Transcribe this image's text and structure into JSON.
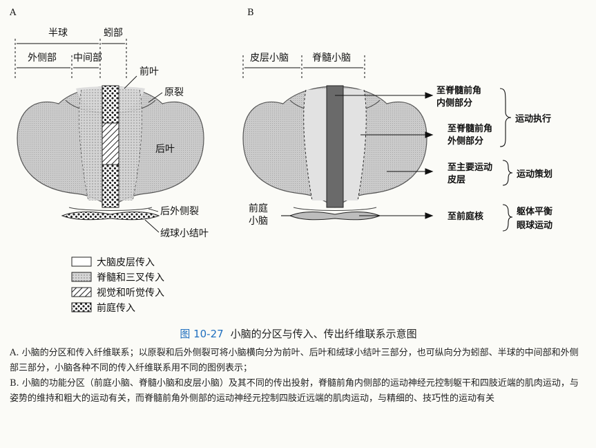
{
  "panel_a": {
    "letter": "A",
    "labels": {
      "hemisphere": "半球",
      "vermis": "蚓部",
      "lateral": "外侧部",
      "intermediate": "中间部",
      "anterior_lobe": "前叶",
      "primary_fissure": "原裂",
      "posterior_lobe": "后叶",
      "posterolateral_fissure": "后外侧裂",
      "flocculonodular_lobe": "绒球小结叶"
    }
  },
  "panel_b": {
    "letter": "B",
    "labels": {
      "cerebrocerebellum": "皮层小脑",
      "spinocerebellum": "脊髓小脑",
      "vestibulocerebellum_1": "前庭",
      "vestibulocerebellum_2": "小脑"
    },
    "outputs": [
      {
        "line1": "至脊髓前角",
        "line2": "内侧部分"
      },
      {
        "line1": "至脊髓前角",
        "line2": "外侧部分"
      },
      {
        "line1": "至主要运动",
        "line2": "皮层"
      },
      {
        "line1": "至前庭核",
        "line2": ""
      }
    ],
    "functions": [
      {
        "line1": "运动执行",
        "line2": ""
      },
      {
        "line1": "运动策划",
        "line2": ""
      },
      {
        "line1": "躯体平衡",
        "line2": "眼球运动"
      }
    ]
  },
  "legend": [
    {
      "pattern": "blank",
      "label": "大脑皮层传入"
    },
    {
      "pattern": "dots-fine",
      "label": "脊髓和三叉传入"
    },
    {
      "pattern": "hatch",
      "label": "视觉和听觉传入"
    },
    {
      "pattern": "dots-coarse",
      "label": "前庭传入"
    }
  ],
  "caption": {
    "figure_number": "图 10-27",
    "title": "小脑的分区与传入、传出纤维联系示意图",
    "para_a": "A. 小脑的分区和传入纤维联系；以原裂和后外侧裂可将小脑横向分为前叶、后叶和绒球小结叶三部分，也可纵向分为蚓部、半球的中间部和外侧部三部分，小脑各种不同的传入纤维联系用不同的图例表示；",
    "para_b": "B. 小脑的功能分区（前庭小脑、脊髓小脑和皮层小脑）及其不同的传出投射，脊髓前角内侧部的运动神经元控制躯干和四肢近端的肌肉运动，与姿势的维持和粗大的运动有关，而脊髓前角外侧部的运动神经元控制四肢近远端的肌肉运动，与精细的、技巧性的运动有关"
  },
  "colors": {
    "cerebellum_fill": "#cfcfcf",
    "vermis_dark": "#6a6a6a",
    "fig_number": "#1f6fbf"
  }
}
